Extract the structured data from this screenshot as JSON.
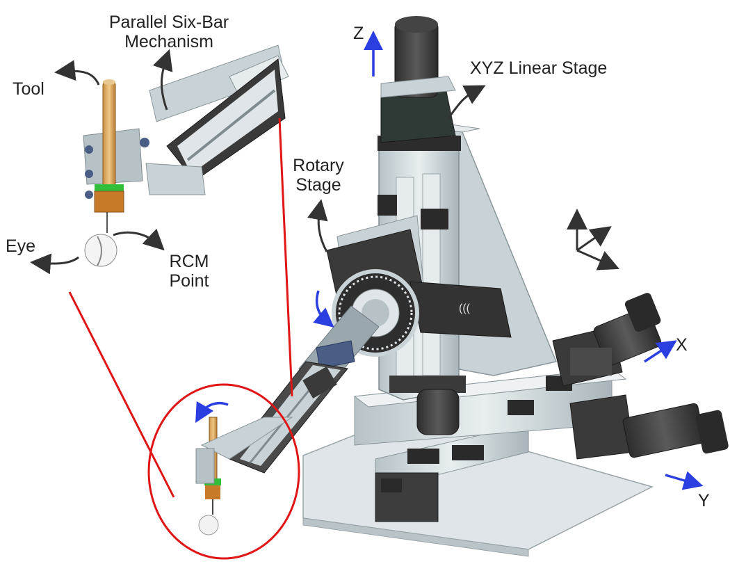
{
  "labels": {
    "parallel_six_bar_line1": "Parallel Six-Bar",
    "parallel_six_bar_line2": "Mechanism",
    "tool": "Tool",
    "eye": "Eye",
    "rcm_line1": "RCM",
    "rcm_line2": "Point",
    "rotary_line1": "Rotary",
    "rotary_line2": "Stage",
    "xyz_linear_stage": "XYZ Linear Stage",
    "axis_z": "Z",
    "axis_x": "X",
    "axis_y": "Y"
  },
  "colors": {
    "axis_arrow": "#2b3fe0",
    "zoom_callout": "#e01515",
    "dark_motor": "#3a3a3a",
    "stage_gray": "#c9d2d6",
    "base_plate": "#dfe5e8",
    "tool_wood": "#d9a860",
    "tool_collar_green": "#2fbf3a",
    "tool_holder_orange": "#c77a2a"
  }
}
